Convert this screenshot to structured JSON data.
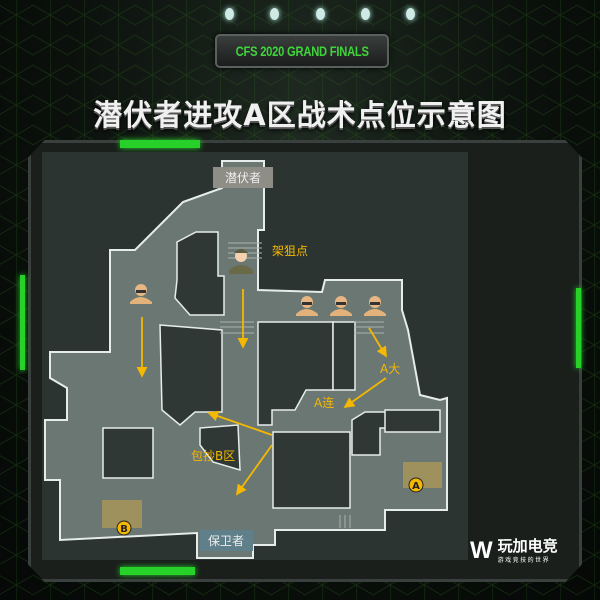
{
  "event_banner": "CFS 2020 GRAND FINALS",
  "title": "潜伏者进攻A区战术点位示意图",
  "map": {
    "spawn_attackers": "潜伏者",
    "spawn_defenders": "保卫者",
    "labels": {
      "sniper_spot": "架狙点",
      "a_long": "A大",
      "a_connector": "A连",
      "flank_b": "包抄B区"
    },
    "site_a": "A",
    "site_b": "B",
    "arrow_color": "#f5b800",
    "floor_color": "#6b7773",
    "wall_color": "#e6ecea"
  },
  "logo": {
    "brand": "玩加电竞",
    "slogan": "游戏竞技的世界"
  },
  "accent_color": "#27d12a"
}
